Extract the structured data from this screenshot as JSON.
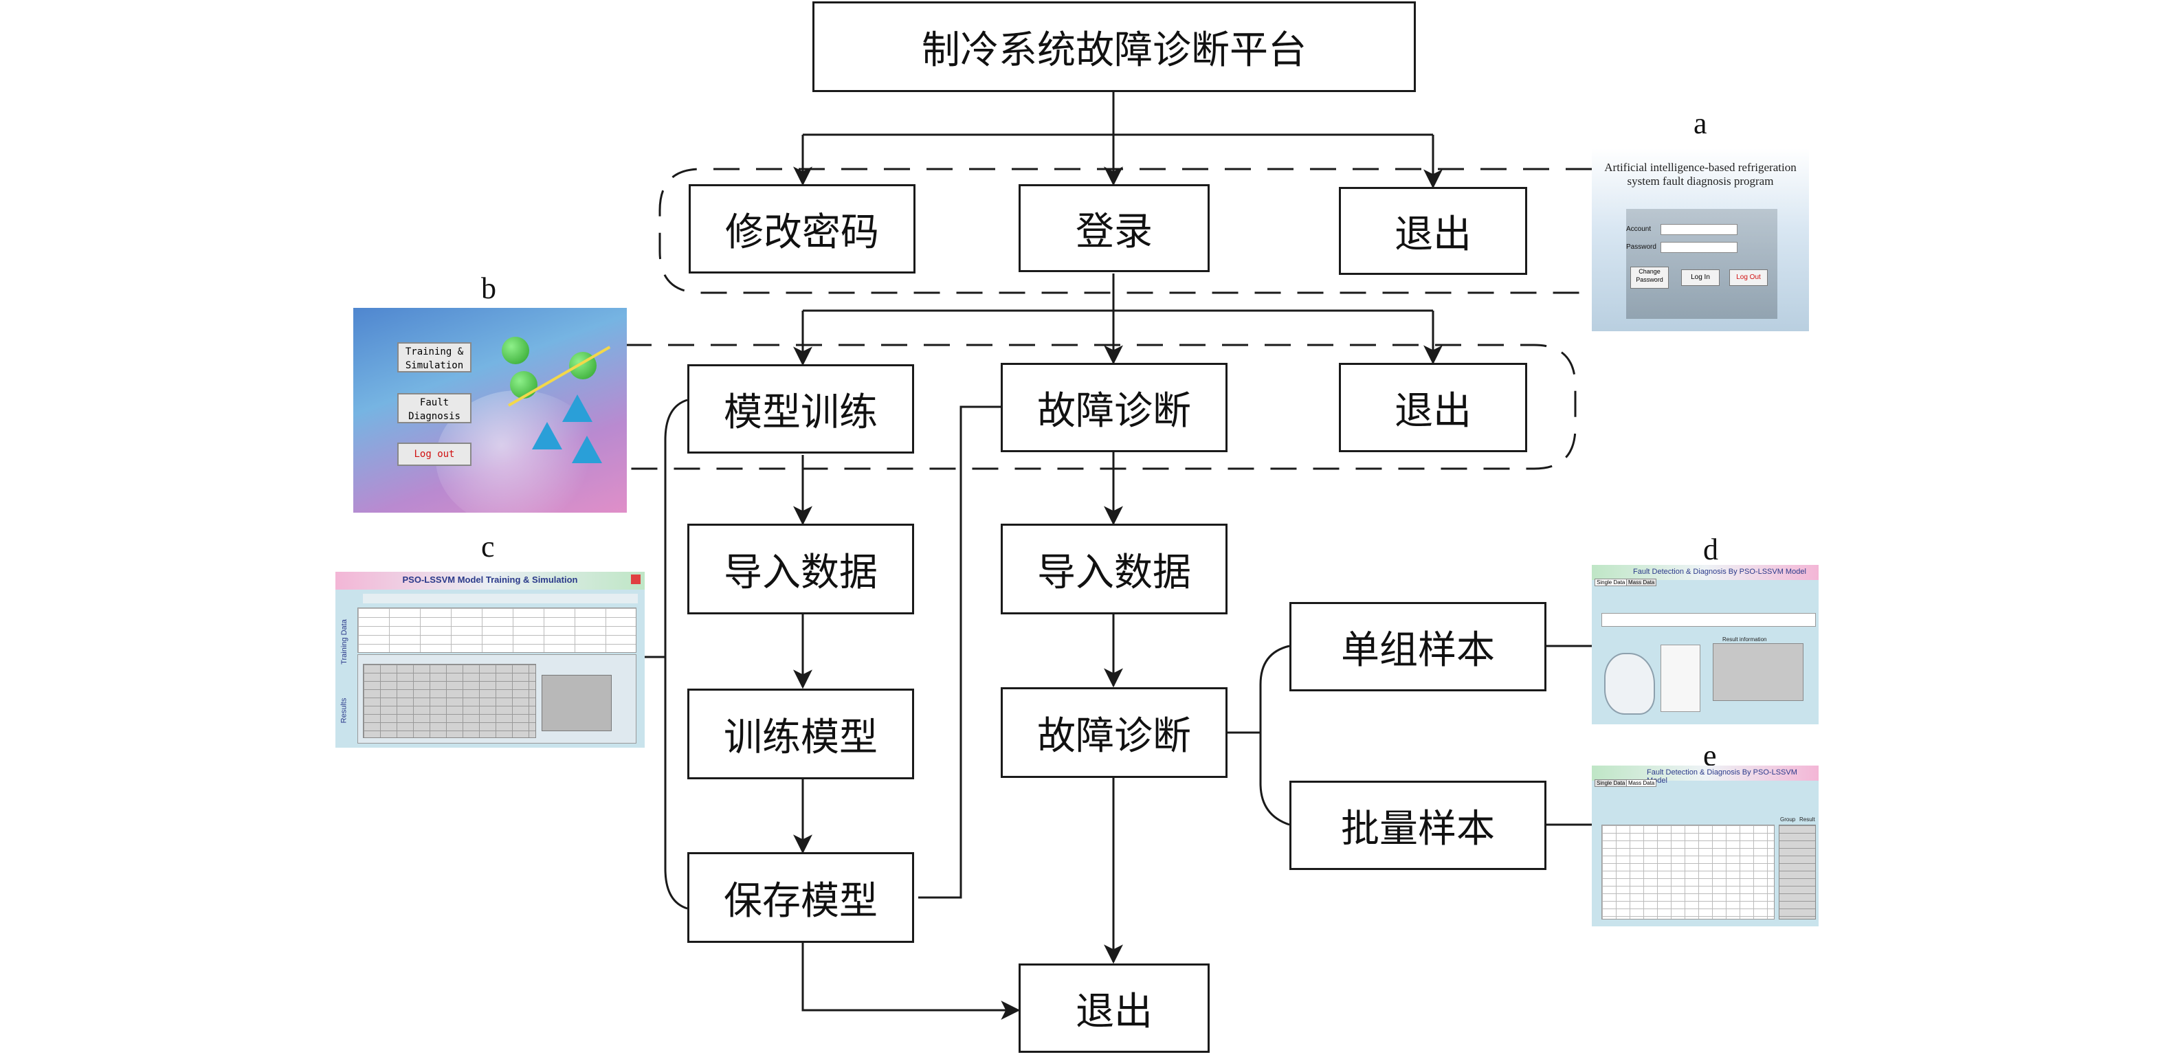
{
  "diagram": {
    "title": "制冷系统故障诊断平台",
    "login_menu": {
      "change_password": "修改密码",
      "login": "登录",
      "exit": "退出"
    },
    "main_menu": {
      "model_training": "模型训练",
      "fault_diagnosis": "故障诊断",
      "exit": "退出"
    },
    "training_branch": {
      "import_data": "导入数据",
      "train_model": "训练模型",
      "save_model": "保存模型"
    },
    "diagnosis_branch": {
      "import_data": "导入数据",
      "fault_diagnosis": "故障诊断",
      "single_sample": "单组样本",
      "batch_sample": "批量样本"
    },
    "final_exit": "退出"
  },
  "screenshots": {
    "a": {
      "letter": "a",
      "title": "Artificial intelligence-based refrigeration system fault diagnosis program",
      "account": "Account",
      "password": "Password",
      "change_password": "Change Password",
      "log_in": "Log In",
      "log_out": "Log Out"
    },
    "b": {
      "letter": "b",
      "training": "Training & Simulation",
      "fault": "Fault Diagnosis",
      "log_out": "Log out"
    },
    "c": {
      "letter": "c",
      "title": "PSO-LSSVM Model Training & Simulation",
      "side_top": "Training Data",
      "side_bottom": "Results"
    },
    "d": {
      "letter": "d",
      "title": "Fault Detection & Diagnosis By PSO-LSSVM Model",
      "tab1": "Single Data",
      "tab2": "Mass Data",
      "result_label": "Result information"
    },
    "e": {
      "letter": "e",
      "title": "Fault Detection & Diagnosis By PSO-LSSVM Model",
      "tab1": "Single Data",
      "tab2": "Mass Data",
      "col_group": "Group",
      "col_result": "Result"
    }
  },
  "colors": {
    "line": "#1a1a1a",
    "screen_bg": "#c9e3ec",
    "b_bg_pink": "#d98ac7",
    "b_bg_blue": "#6aaedc",
    "sphere_green": "#3fbf3a",
    "pyramid_blue": "#2a9fd8"
  }
}
